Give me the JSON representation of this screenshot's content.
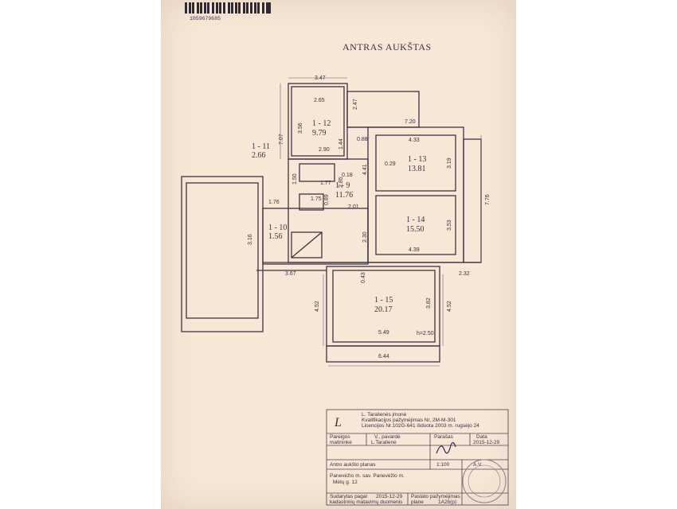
{
  "document": {
    "barcode_number": "1059679685",
    "title": "ANTRAS AUKŠTAS"
  },
  "rooms": [
    {
      "id": "1 - 12",
      "area": "9.79"
    },
    {
      "id": "1 - 11",
      "area": "2.66"
    },
    {
      "id": "1 - 13",
      "area": "13.81"
    },
    {
      "id": "1 - 9",
      "area": "11.76"
    },
    {
      "id": "1 - 10",
      "area": "1.56"
    },
    {
      "id": "1 - 14",
      "area": "15.50"
    },
    {
      "id": "1 - 15",
      "area": "20.17"
    }
  ],
  "dimensions": [
    "3.47",
    "2.65",
    "2.47",
    "7.20",
    "3.56",
    "7.07",
    "1.44",
    "0.88",
    "2.90",
    "4.33",
    "0.29",
    "3.19",
    "0.18",
    "4.41",
    "1.50",
    "1.77",
    "2.85",
    "1.76",
    "1.75",
    "0.89",
    "2.01",
    "7.76",
    "3.16",
    "2.30",
    "3.53",
    "4.39",
    "3.67",
    "2.32",
    "0.43",
    "4.52",
    "3.82",
    "4.52",
    "5.49",
    "h=2.50",
    "6.44"
  ],
  "title_block": {
    "company": "L. Taralienės įmonė",
    "qualification": "Kvalifikacijos pažymėjimas Nr. 2M-M-301",
    "license": "Licencijos Nr.102G-641 išduota 2003 m. rugsėjo 24",
    "col_position": "Pareigos",
    "col_name": "V., pavardė",
    "col_signature": "Parašas",
    "col_date": "Data",
    "position_value": "matininkė",
    "name_value": "L.Taralienė",
    "date_value": "2015-12-29",
    "plan_name": "Antro aukšto planas",
    "scale": "1:100",
    "sheet_code": "A.V.",
    "location_line1": "Panevėžio m. sav. Panevėžio m.",
    "location_line2": "Mėtų g. 12",
    "prepared_label": "Sudarytas pagal",
    "prepared_date": "2015-12-29",
    "prepared_sub": "kadastrinių matavimų duomenis",
    "sheet_label": "Pastato pažymėjimas",
    "sheet_value": "1A2b(p)",
    "plan_label": "plane"
  }
}
